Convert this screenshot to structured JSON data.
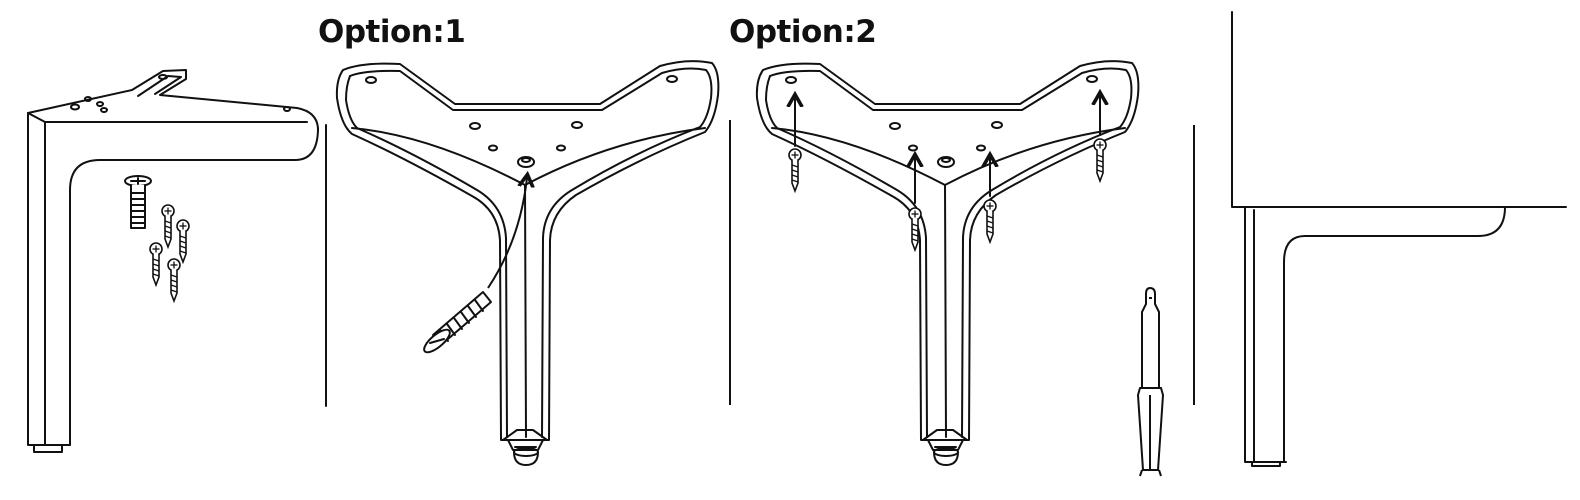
{
  "labels": {
    "option_1": "Option:1",
    "option_2": "Option:2"
  },
  "colors": {
    "line": "#111111",
    "background": "#ffffff"
  },
  "panels": [
    "leg-with-screws",
    "option-1-center-bolt",
    "option-2-four-screws-with-screwdriver",
    "leg-attached-to-furniture"
  ]
}
